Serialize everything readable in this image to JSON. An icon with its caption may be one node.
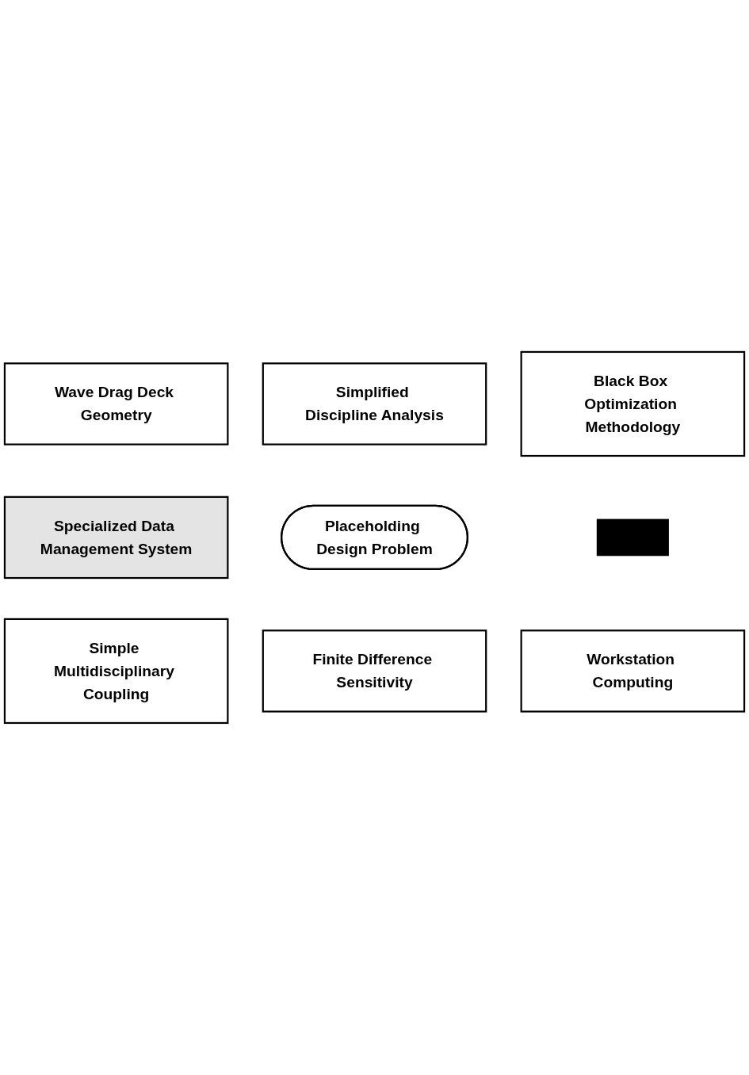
{
  "diagram": {
    "nodes": [
      {
        "text": [
          "Wave Drag Deck Geometry"
        ]
      },
      {
        "text": [
          "Simplified Discipline Analysis"
        ]
      },
      {
        "text": [
          "Black Box Optimization Methodology"
        ]
      },
      {
        "text": [
          "Specialized Data Management System"
        ]
      },
      {
        "text": [
          "Placeholding Design Problem"
        ]
      },
      {
        "text": [],
        "shape": "box"
      },
      {
        "text": [
          "Simple Multidisciplinary Coupling"
        ]
      },
      {
        "text": [
          "Finite Difference Sensitivity"
        ]
      },
      {
        "text": [
          "Workstation Computing"
        ]
      }
    ],
    "edges": []
  }
}
